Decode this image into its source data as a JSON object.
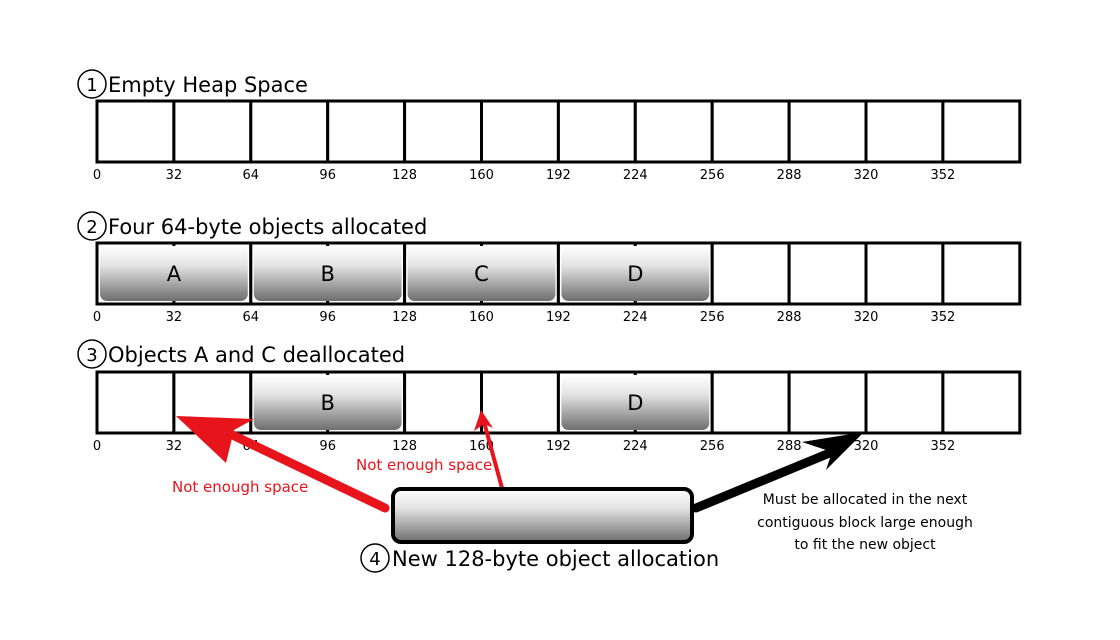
{
  "sections": [
    {
      "number": "1",
      "title": "Empty Heap Space",
      "ticks": [
        "0",
        "32",
        "64",
        "96",
        "128",
        "160",
        "192",
        "224",
        "256",
        "288",
        "320",
        "352"
      ],
      "blocks": []
    },
    {
      "number": "2",
      "title": "Four 64-byte objects allocated",
      "ticks": [
        "0",
        "32",
        "64",
        "96",
        "128",
        "160",
        "192",
        "224",
        "256",
        "288",
        "320",
        "352"
      ],
      "blocks": [
        {
          "label": "A",
          "start": 0,
          "end": 64
        },
        {
          "label": "B",
          "start": 64,
          "end": 128
        },
        {
          "label": "C",
          "start": 128,
          "end": 192
        },
        {
          "label": "D",
          "start": 192,
          "end": 256
        }
      ]
    },
    {
      "number": "3",
      "title": "Objects A and C deallocated",
      "ticks": [
        "0",
        "32",
        "64",
        "96",
        "128",
        "160",
        "192",
        "224",
        "256",
        "288",
        "320",
        "352"
      ],
      "blocks": [
        {
          "label": "B",
          "start": 64,
          "end": 128
        },
        {
          "label": "D",
          "start": 192,
          "end": 256
        }
      ]
    }
  ],
  "new_object": {
    "number": "4",
    "label": "New 128-byte object allocation"
  },
  "annotations": {
    "not_enough_left": "Not enough space",
    "not_enough_middle": "Not enough space",
    "must_allocate": [
      "Must be allocated in the next",
      "contiguous block large enough",
      "to fit the new object"
    ]
  },
  "colors": {
    "arrow_red": "#e8141b",
    "arrow_black": "#000000",
    "block_gradient_top": "#ffffff",
    "block_gradient_bottom": "#6e6e6e"
  }
}
